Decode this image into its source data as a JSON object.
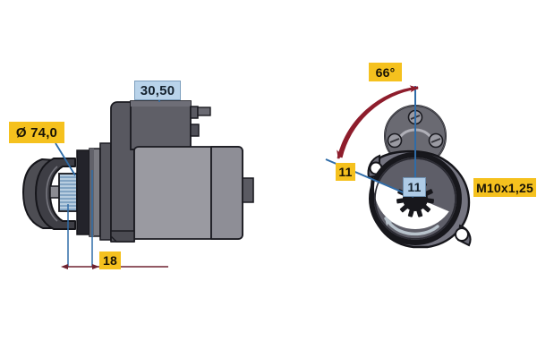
{
  "drawing": {
    "title": "Starter motor technical dimension drawing",
    "background_color": "#ffffff",
    "views": [
      {
        "name": "side-view",
        "description": "Starter motor side elevation with pinion, drive-end flange and solenoid"
      },
      {
        "name": "drive-end-view",
        "description": "Drive end face view showing mounting flange, pinion and solenoid"
      }
    ]
  },
  "colors": {
    "label_yellow": "#f5c11e",
    "label_blue": "#b9d3ea",
    "dimension_line": "#6e2230",
    "extension_line": "#2f6ca8",
    "leader_line": "#2f6ca8",
    "angle_arc": "#8e1d2c",
    "body_dark": "#58585e",
    "body_mid": "#6e6e74",
    "body_light": "#9a9aa0",
    "body_outline": "#1c1c22",
    "pinion_blue": "#b7cde0"
  },
  "labels": {
    "pinion_diameter": {
      "text": "Ø 74,0",
      "style": "yellow",
      "meaning": "pinion outer diameter in millimetres"
    },
    "flange_offset": {
      "text": "30,50",
      "style": "blue",
      "meaning": "solenoid / housing dimension in millimetres"
    },
    "pinion_protrusion": {
      "text": "18",
      "style": "yellow",
      "meaning": "pinion protrusion dimension in millimetres"
    },
    "solenoid_angle": {
      "text": "66°",
      "style": "yellow",
      "meaning": "angular position of solenoid relative to mounting axis"
    },
    "teeth_count_left": {
      "text": "11",
      "style": "yellow",
      "meaning": "number of pinion teeth"
    },
    "teeth_count_center": {
      "text": "11",
      "style": "blue",
      "meaning": "number of pinion teeth marked on pinion"
    },
    "thread_spec": {
      "text": "M10x1,25",
      "style": "yellow",
      "meaning": "mounting bolt thread specification"
    }
  }
}
